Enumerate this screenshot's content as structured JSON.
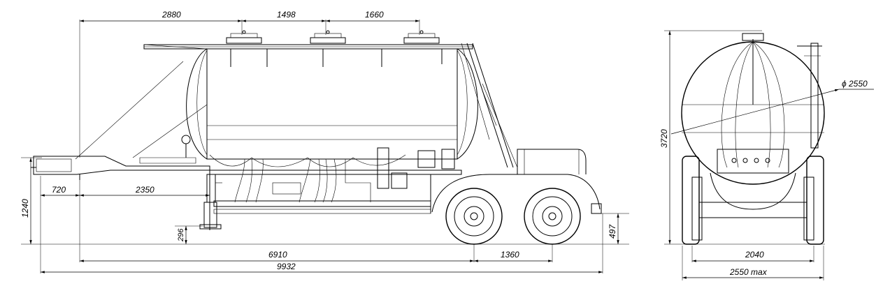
{
  "side_view": {
    "dimensions": {
      "top_2880": "2880",
      "top_1498": "1498",
      "top_1660": "1660",
      "left_720": "720",
      "left_2350": "2350",
      "height_1240": "1240",
      "height_296": "296",
      "height_497": "497",
      "length_6910": "6910",
      "length_1360": "1360",
      "length_9932": "9932"
    }
  },
  "rear_view": {
    "dimensions": {
      "diameter": "ϕ 2550",
      "height_3720": "3720",
      "track_2040": "2040",
      "width_max": "2550 max"
    }
  },
  "colors": {
    "line": "#000000",
    "background": "#ffffff"
  }
}
